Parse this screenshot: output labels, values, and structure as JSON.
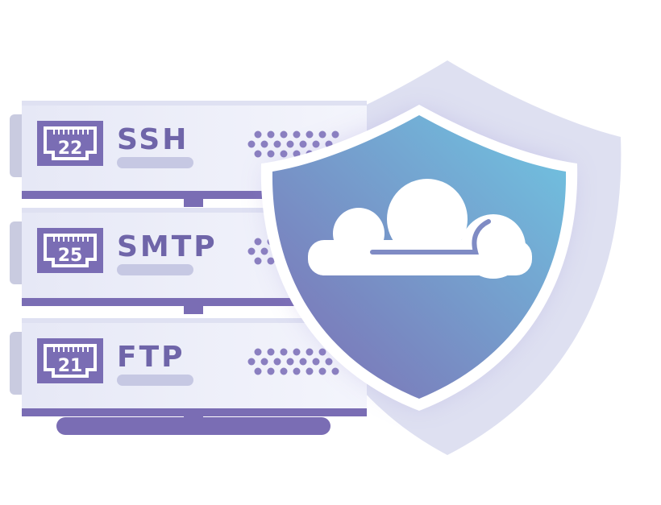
{
  "servers": [
    {
      "protocol": "SSH",
      "port": "22"
    },
    {
      "protocol": "SMTP",
      "port": "25"
    },
    {
      "protocol": "FTP",
      "port": "21"
    }
  ],
  "colors": {
    "purple": "#7a6db4",
    "label": "#6f65a9",
    "shield_top": "#6fc6e2",
    "shield_bottom": "#7d6db3",
    "server_body": "#eef0fa",
    "back_shield": "#cfd3ea"
  },
  "icons": [
    "ethernet-port-icon",
    "shield-icon",
    "cloud-icon"
  ]
}
